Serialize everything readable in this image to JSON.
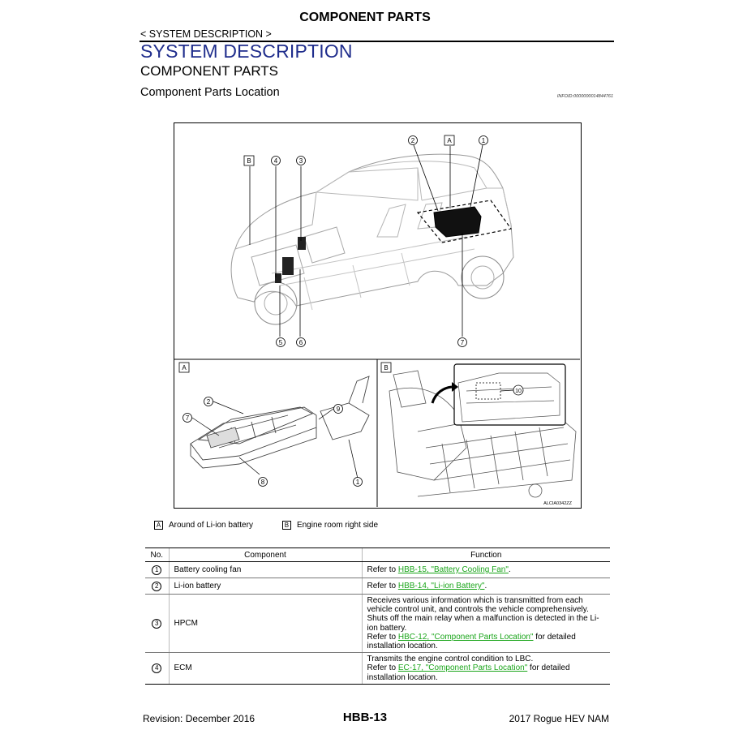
{
  "page_header": "COMPONENT PARTS",
  "breadcrumb": "< SYSTEM DESCRIPTION >",
  "section_title": "SYSTEM DESCRIPTION",
  "subsection_title": "COMPONENT PARTS",
  "topic_title": "Component Parts Location",
  "info_id": "INFOID:0000000014844761",
  "figure": {
    "callouts": {
      "n1": "1",
      "n2": "2",
      "n3": "3",
      "n4": "4",
      "n5": "5",
      "n6": "6",
      "n7": "7",
      "n8": "8",
      "n9": "9",
      "n10": "10",
      "a": "A",
      "b": "B"
    },
    "figure_code": "ALCIA0342ZZ"
  },
  "legend": [
    {
      "key": "A",
      "text": "Around of Li-ion battery"
    },
    {
      "key": "B",
      "text": "Engine room right side"
    }
  ],
  "table": {
    "headers": {
      "no": "No.",
      "component": "Component",
      "function": "Function"
    },
    "rows": [
      {
        "no": "1",
        "component": "Battery cooling fan",
        "pre": "Refer to ",
        "link": "HBB-15, \"Battery Cooling Fan\"",
        "post": "."
      },
      {
        "no": "2",
        "component": "Li-ion battery",
        "pre": "Refer to ",
        "link": "HBB-14, \"Li-ion Battery\"",
        "post": "."
      },
      {
        "no": "3",
        "component": "HPCM",
        "desc1": "Receives various information which is transmitted from each vehicle control unit, and controls the vehicle comprehensively.",
        "desc2": "Shuts off the main relay when a malfunction is detected in the Li-ion battery.",
        "pre": "Refer to ",
        "link": "HBC-12, \"Component Parts Location\"",
        "post": " for detailed installation location."
      },
      {
        "no": "4",
        "component": "ECM",
        "desc1": "Transmits the engine control condition to LBC.",
        "pre": "Refer to ",
        "link": "EC-17, \"Component Parts Location\"",
        "post": " for detailed installation location."
      }
    ]
  },
  "footer": {
    "revision": "Revision: December 2016",
    "page": "HBB-13",
    "model": "2017 Rogue HEV NAM"
  }
}
